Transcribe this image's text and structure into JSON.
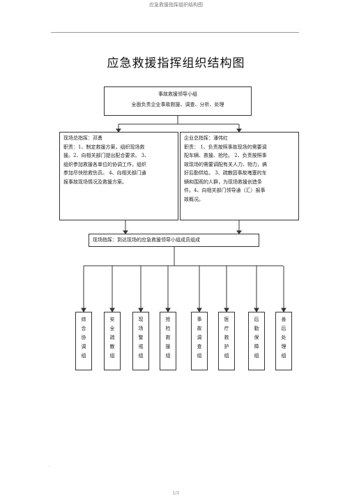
{
  "header": "应急救援指挥组织结构图",
  "title": "应急救援指挥组织结构图",
  "rule_mark": ".",
  "corner_mark": ".",
  "top_box": {
    "line1": "事故救援领导小组",
    "line2": "全面负责企业事故救援、调查、分析、处理"
  },
  "left_box": {
    "lines": [
      "现场总指挥：邓勇",
      "职责：1、制定救援方案，组织现场救",
      "援。2、向相关部门提出配合要求。  3、",
      "组织参加救援各单位的协调工作，组织",
      "参加尽快抢救伤员。  4、向相关部门通",
      "报事故现场情况及救援方案。"
    ]
  },
  "right_box": {
    "lines": [
      "企业总指挥：潘伟红",
      "职责：  1、负责按照事故现场的需要调",
      "配车辆、救援、抢险。  2、负责按照事",
      "故现场的需要调配有关人力、物力，搞",
      "好后勤供给。  3、疏散因事故堵塞的车",
      "辆和围观的人群，为现场救援创造条",
      "件。4、向相关部门领导通（汇）报事",
      "故概况。"
    ]
  },
  "site_box": "现场指挥：到达现场的应急救援领导小组成员组成",
  "groups": [
    [
      "综",
      "合",
      "协",
      "调",
      "组"
    ],
    [
      "安",
      "全",
      "疏",
      "散",
      "组"
    ],
    [
      "现",
      "场",
      "警",
      "戒",
      "组"
    ],
    [
      "抢",
      "险",
      "救",
      "援",
      "组"
    ],
    [
      "事",
      "故",
      "调",
      "查",
      "组"
    ],
    [
      "医",
      "疗",
      "救",
      "护",
      "组"
    ],
    [
      "后",
      "勤",
      "保",
      "障",
      "组"
    ],
    [
      "善",
      "后",
      "处",
      "理",
      "组"
    ]
  ],
  "page_number": "1/1"
}
